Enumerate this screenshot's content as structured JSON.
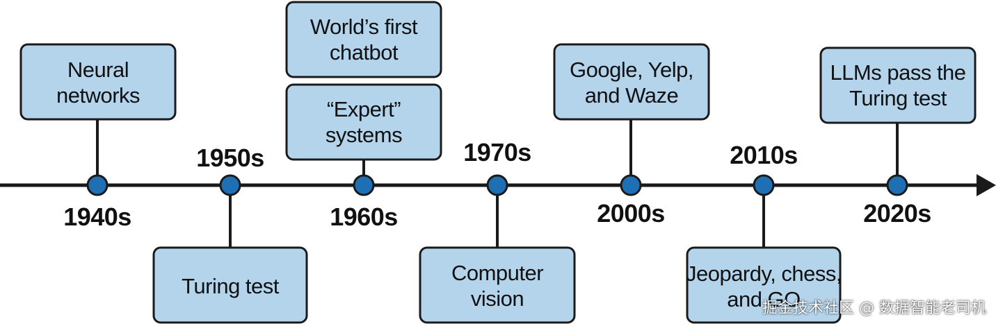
{
  "timeline": {
    "events": [
      {
        "year": "1940s",
        "event_lines": [
          "Neural",
          "networks"
        ]
      },
      {
        "year": "1950s",
        "event_lines": [
          "Turing test"
        ]
      },
      {
        "year": "1960s",
        "event_lines": [
          "World’s first",
          "chatbot"
        ],
        "event2_lines": [
          "“Expert”",
          "systems"
        ]
      },
      {
        "year": "1970s",
        "event_lines": [
          "Computer",
          "vision"
        ]
      },
      {
        "year": "2000s",
        "event_lines": [
          "Google, Yelp,",
          "and Waze"
        ]
      },
      {
        "year": "2010s",
        "event_lines": [
          "Jeopardy, chess,",
          "and GO"
        ]
      },
      {
        "year": "2020s",
        "event_lines": [
          "LLMs pass the",
          "Turing test"
        ]
      }
    ]
  },
  "colors": {
    "box_fill": "#b4d4ec",
    "node_fill": "#1f6fb5",
    "line": "#1a1a1a"
  },
  "watermark": "掘金技术社区 @ 数据智能老司机"
}
